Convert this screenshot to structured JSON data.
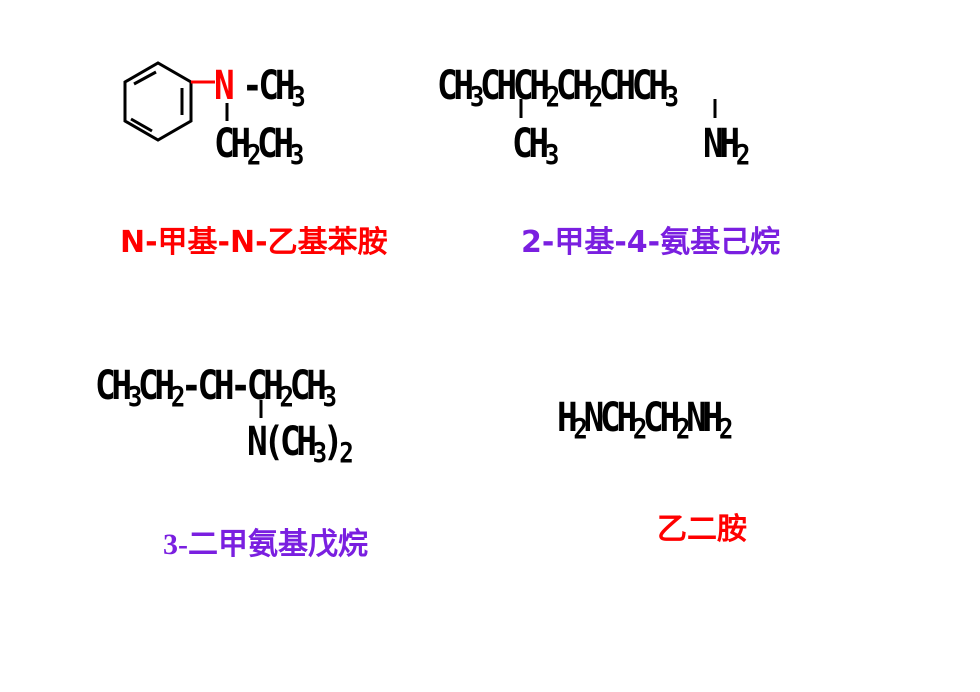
{
  "structures": {
    "s1": {
      "n": "N",
      "ch3": [
        "CH",
        "3"
      ],
      "et": [
        "CH",
        "2",
        "CH",
        "3"
      ]
    },
    "s2": {
      "main": [
        "CH",
        "3",
        "CHCH",
        "2",
        "CH",
        "2",
        "CHCH",
        "3"
      ],
      "branch1": [
        "CH",
        "3"
      ],
      "branch2": [
        "NH",
        "2"
      ]
    },
    "s3": {
      "main": [
        "CH",
        "3",
        "CH",
        "2",
        "-CH-CH",
        "2",
        "CH",
        "3"
      ],
      "branch": [
        "N(CH",
        "3",
        ")",
        "2"
      ]
    },
    "s4": {
      "main": [
        "H",
        "2",
        "NCH",
        "2",
        "CH",
        "2",
        "NH",
        "2"
      ]
    }
  },
  "names": {
    "n1": "N-甲基-N-乙基苯胺",
    "n2": "2-甲基-4-氨基己烷",
    "n3_num": "3-",
    "n3": "二甲氨基戊烷",
    "n4": "乙二胺"
  },
  "colors": {
    "red": "#ff0000",
    "purple": "#7a1fe0",
    "black": "#000000"
  }
}
